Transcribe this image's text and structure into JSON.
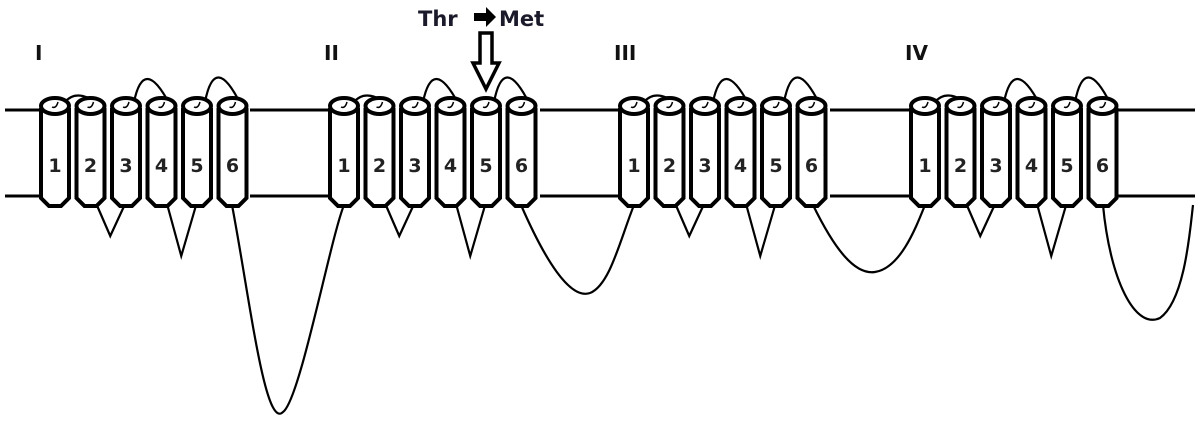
{
  "domains": [
    {
      "label": "I",
      "helices": [
        "1",
        "2",
        "3",
        "4",
        "5",
        "6"
      ]
    },
    {
      "label": "II",
      "helices": [
        "1",
        "2",
        "3",
        "4",
        "5",
        "6"
      ]
    },
    {
      "label": "III",
      "helices": [
        "1",
        "2",
        "3",
        "4",
        "5",
        "6"
      ]
    },
    {
      "label": "IV",
      "helices": [
        "1",
        "2",
        "3",
        "4",
        "5",
        "6"
      ]
    }
  ],
  "mutation": {
    "from": "Thr",
    "to": "Met",
    "domain_index": 1,
    "helix_index": 4
  },
  "colors": {
    "stroke": "#000000",
    "text": "#1a1a2a"
  }
}
